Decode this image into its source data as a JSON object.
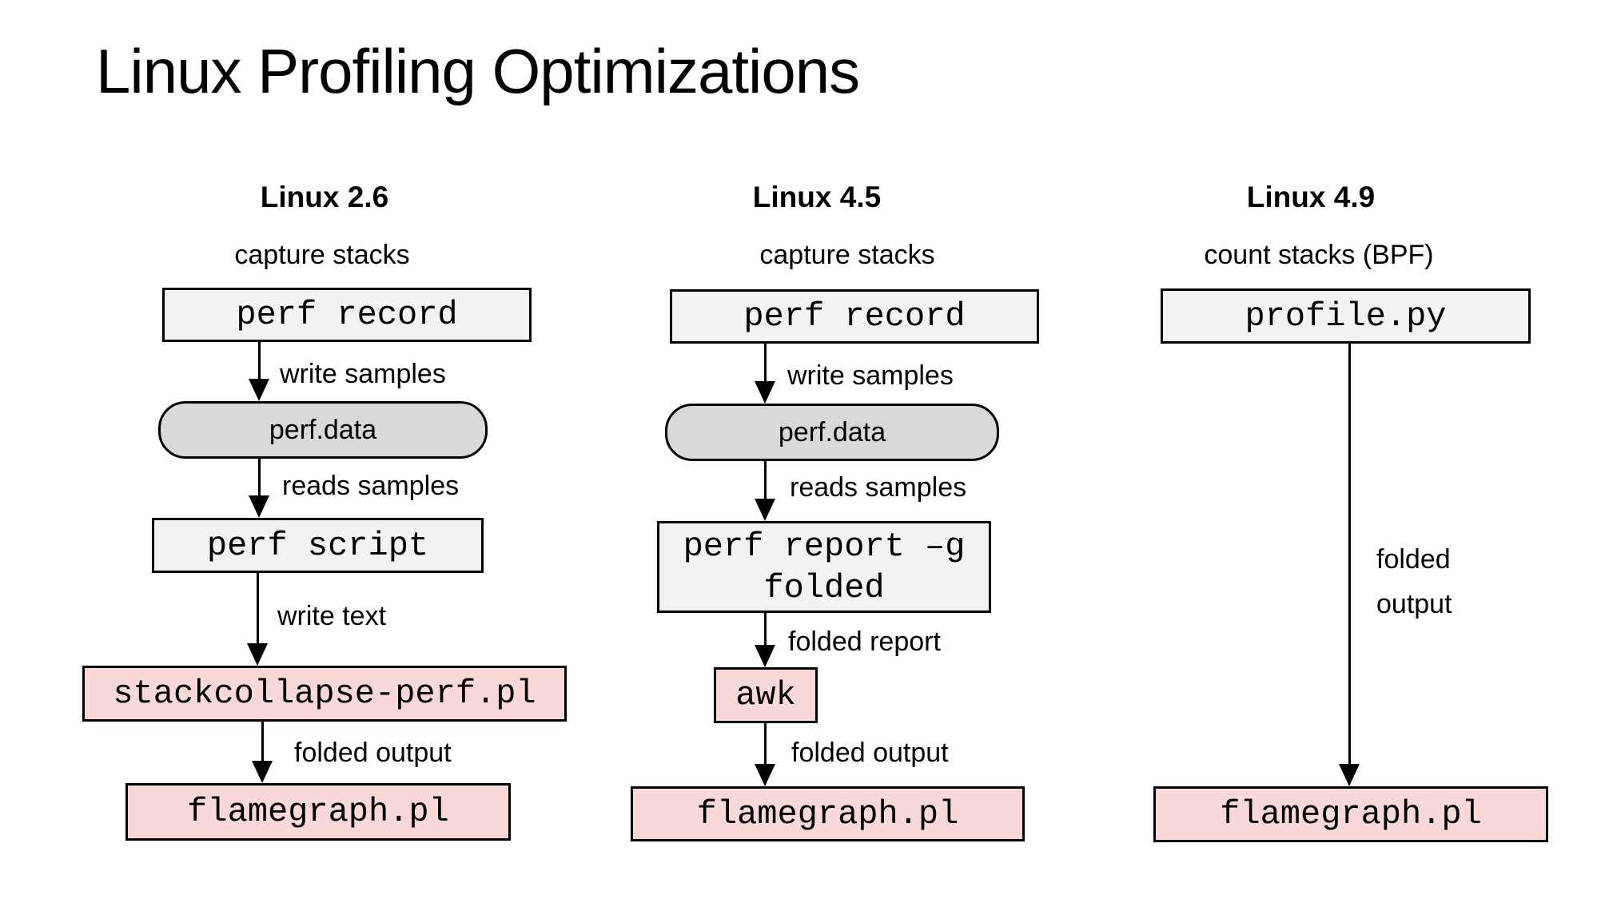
{
  "title": "Linux Profiling Optimizations",
  "colors": {
    "background": "#ffffff",
    "text": "#000000",
    "box_command_fill": "#f2f2f2",
    "box_data_fill": "#d9d9d9",
    "box_script_fill": "#f9d9d8",
    "box_border": "#000000",
    "arrow": "#000000"
  },
  "columns": [
    {
      "header": "Linux 2.6",
      "caption": "capture stacks",
      "nodes": [
        {
          "label": "perf record"
        },
        {
          "label": "perf.data"
        },
        {
          "label": "perf script"
        },
        {
          "label": "stackcollapse-perf.pl"
        },
        {
          "label": "flamegraph.pl"
        }
      ],
      "edges": [
        {
          "label": "write samples"
        },
        {
          "label": "reads samples"
        },
        {
          "label": "write text"
        },
        {
          "label": "folded output"
        }
      ]
    },
    {
      "header": "Linux 4.5",
      "caption": "capture stacks",
      "nodes": [
        {
          "label": "perf record"
        },
        {
          "label": "perf.data"
        },
        {
          "label": "perf report –g folded"
        },
        {
          "label": "awk"
        },
        {
          "label": "flamegraph.pl"
        }
      ],
      "edges": [
        {
          "label": "write samples"
        },
        {
          "label": "reads samples"
        },
        {
          "label": "folded report"
        },
        {
          "label": "folded output"
        }
      ]
    },
    {
      "header": "Linux 4.9",
      "caption": "count stacks (BPF)",
      "nodes": [
        {
          "label": "profile.py"
        },
        {
          "label": "flamegraph.pl"
        }
      ],
      "edges": [
        {
          "label_lines": [
            "folded",
            "output"
          ]
        }
      ]
    }
  ]
}
